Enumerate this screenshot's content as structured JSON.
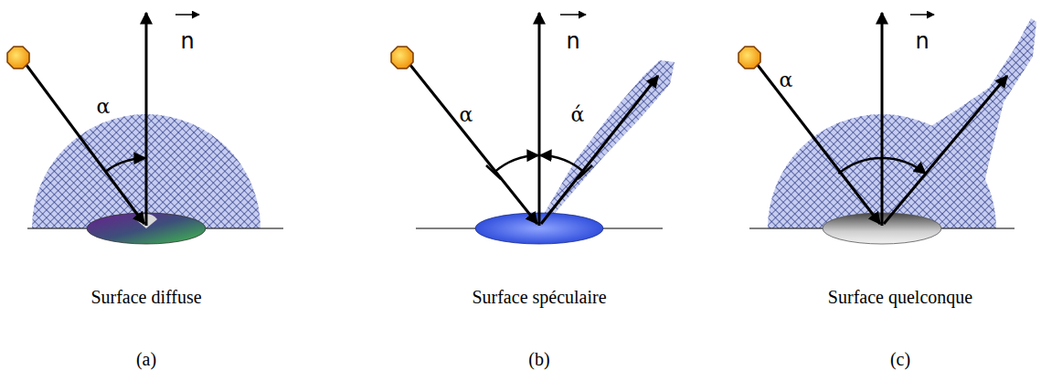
{
  "diagram": {
    "labels": [
      "n",
      "α",
      "Surface diffuse",
      "(a)",
      "n",
      "α",
      "ά",
      "Surface spéculaire",
      "(b)",
      "n",
      "α",
      "Surface quelconque",
      "(c)"
    ]
  }
}
